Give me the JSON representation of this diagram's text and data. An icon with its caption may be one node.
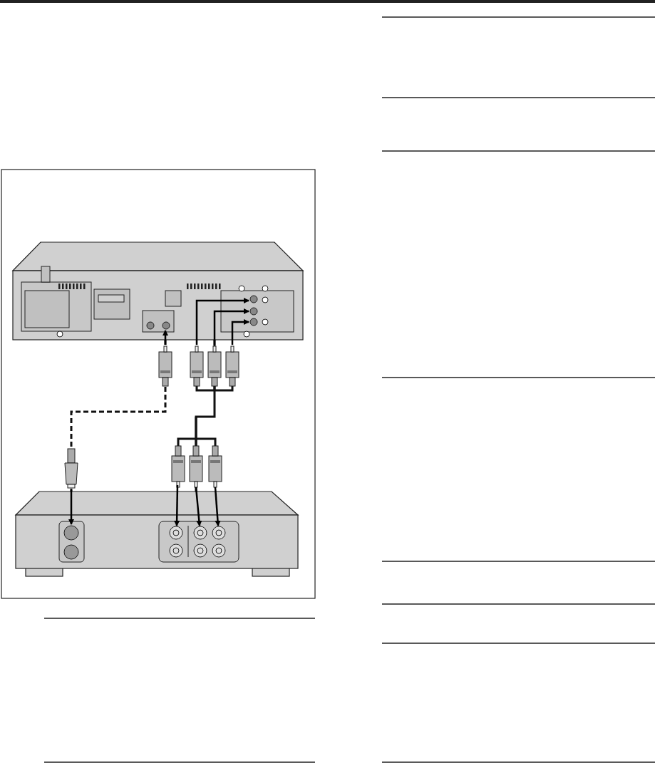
{
  "diagram": {
    "nodes": [
      {
        "text": [],
        "shape": "picture"
      },
      {
        "text": [],
        "shape": "picture"
      }
    ],
    "edges": [
      {
        "from": 0,
        "to": 1,
        "arrow": "none",
        "style": "dashed"
      },
      {
        "from": 0,
        "to": 1,
        "arrow": "none"
      }
    ]
  }
}
